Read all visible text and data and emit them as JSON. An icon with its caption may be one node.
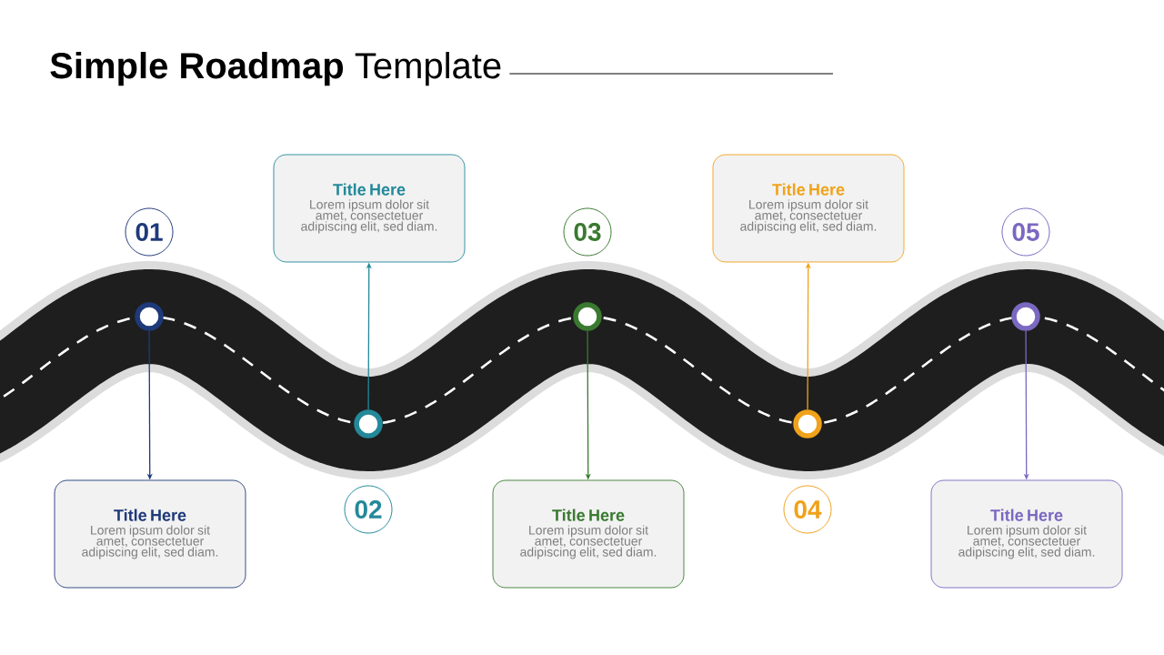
{
  "diagram": {
    "title": "**Simple Roadmap** Template",
    "nodes": [
      {
        "text": [
          "01"
        ]
      },
      {
        "text": [],
        "shape": "circle"
      },
      {
        "text": [
          "Title Here",
          "Lorem ipsum dolor sit amet, consectetuer adipiscing elit, sed diam."
        ]
      },
      {
        "text": [
          "02"
        ]
      },
      {
        "text": [],
        "shape": "circle"
      },
      {
        "text": [
          "Title Here",
          "Lorem ipsum dolor sit amet, consectetuer adipiscing elit, sed diam."
        ]
      },
      {
        "text": [
          "03"
        ]
      },
      {
        "text": [],
        "shape": "circle"
      },
      {
        "text": [
          "Title Here",
          "Lorem ipsum dolor sit amet, consectetuer adipiscing elit, sed diam."
        ]
      },
      {
        "text": [
          "04"
        ]
      },
      {
        "text": [],
        "shape": "circle"
      },
      {
        "text": [
          "Title Here",
          "Lorem ipsum dolor sit amet, consectetuer adipiscing elit, sed diam."
        ]
      },
      {
        "text": [
          "05"
        ]
      },
      {
        "text": [],
        "shape": "circle"
      },
      {
        "text": [
          "Title Here",
          "Lorem ipsum dolor sit amet, consectetuer adipiscing elit, sed diam."
        ]
      }
    ],
    "edges": [
      {
        "from": 1,
        "to": 2,
        "arrow": "to",
        "color": "#1f3a7a"
      },
      {
        "from": 4,
        "to": 5,
        "arrow": "to",
        "color": "#23899a"
      },
      {
        "from": 7,
        "to": 8,
        "arrow": "to",
        "color": "#3a7a30"
      },
      {
        "from": 10,
        "to": 11,
        "arrow": "to",
        "color": "#f0a21a"
      },
      {
        "from": 13,
        "to": 14,
        "arrow": "to",
        "color": "#7b68c0"
      }
    ]
  }
}
